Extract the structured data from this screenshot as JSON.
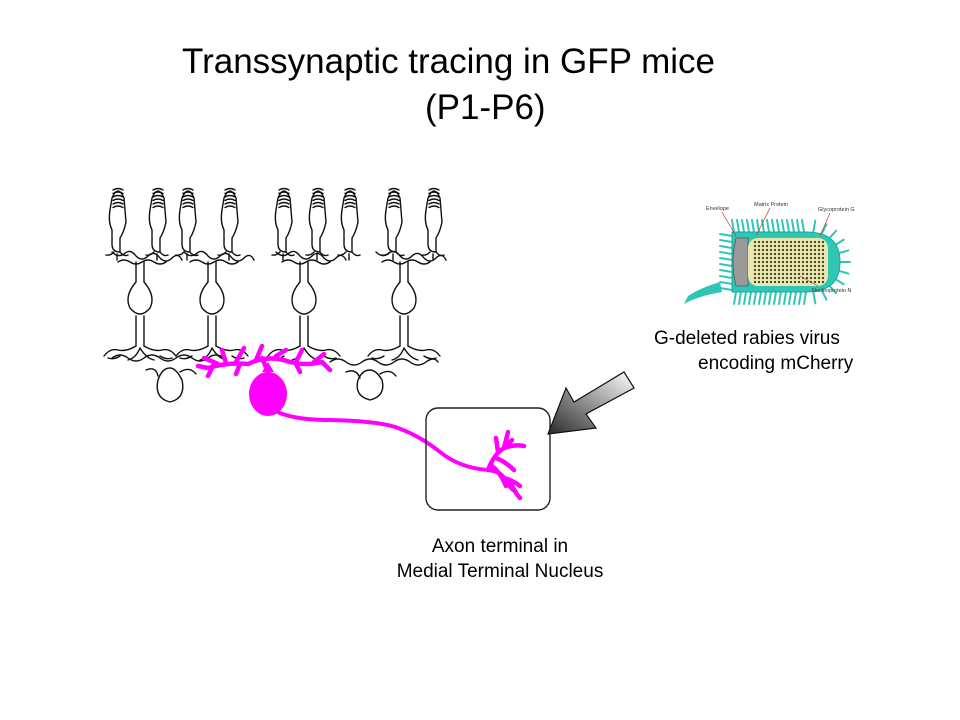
{
  "slide": {
    "title_line1": "Transsynaptic tracing in GFP mice",
    "title_line2": "(P1-P6)"
  },
  "virus": {
    "caption_line1": "G-deleted rabies virus",
    "caption_line2": "encoding mCherry",
    "labels": {
      "envelope": "Envelope",
      "matrix": "Matrix Protein",
      "glycoprotein": "Glycoprotein G",
      "nucleoprotein": "Nucleoprotein N"
    },
    "colors": {
      "spikes": "#2fc6b6",
      "core": "#e9e6b0",
      "core_dots": "#3a3a1a"
    }
  },
  "terminal": {
    "caption_line1": "Axon terminal in",
    "caption_line2": "Medial Terminal Nucleus"
  },
  "colors": {
    "traced_cell": "#ff00ff",
    "outline": "#000000",
    "arrow_dark": "#2a2a2a",
    "arrow_light": "#ffffff"
  }
}
